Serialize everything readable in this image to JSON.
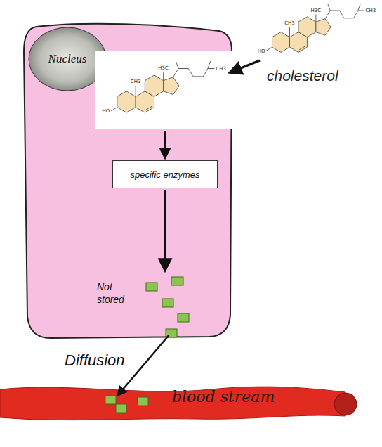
{
  "diagram": {
    "nodes": [
      {
        "text": [
          "Not stored"
        ]
      },
      {
        "text": [
          "Nucleus"
        ],
        "in": 0
      },
      {
        "text": [
          "specific enzymes"
        ],
        "in": 0
      },
      {
        "text": [
          "blood stream"
        ]
      }
    ],
    "edges": [
      {
        "from": 0,
        "to": 3,
        "label": "Diffusion",
        "arrow": "to"
      }
    ],
    "labels": [
      "cholesterol",
      "CH3",
      "H3C",
      "HO",
      "CH3",
      "CH3",
      "H3C",
      "HO",
      "CH3"
    ]
  }
}
